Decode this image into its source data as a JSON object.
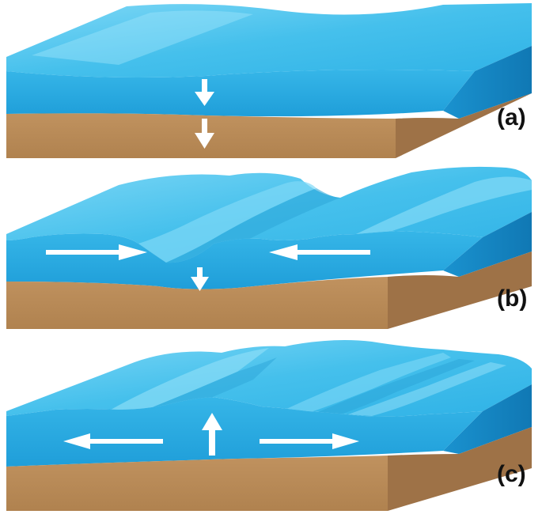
{
  "colors": {
    "water_top": "#4cc6ef",
    "water_top_light": "#8edff8",
    "water_front": "#2aa9e0",
    "water_side": "#1689c6",
    "sediment_front": "#b8895c",
    "sediment_side": "#9a6e45",
    "arrow": "#ffffff"
  },
  "panels": [
    {
      "label": "(a)",
      "surface": "flat",
      "arrows": [
        "down",
        "down"
      ]
    },
    {
      "label": "(b)",
      "surface": "trough",
      "arrows": [
        "right",
        "left",
        "down"
      ]
    },
    {
      "label": "(c)",
      "surface": "crest",
      "arrows": [
        "left",
        "right",
        "up"
      ]
    }
  ]
}
